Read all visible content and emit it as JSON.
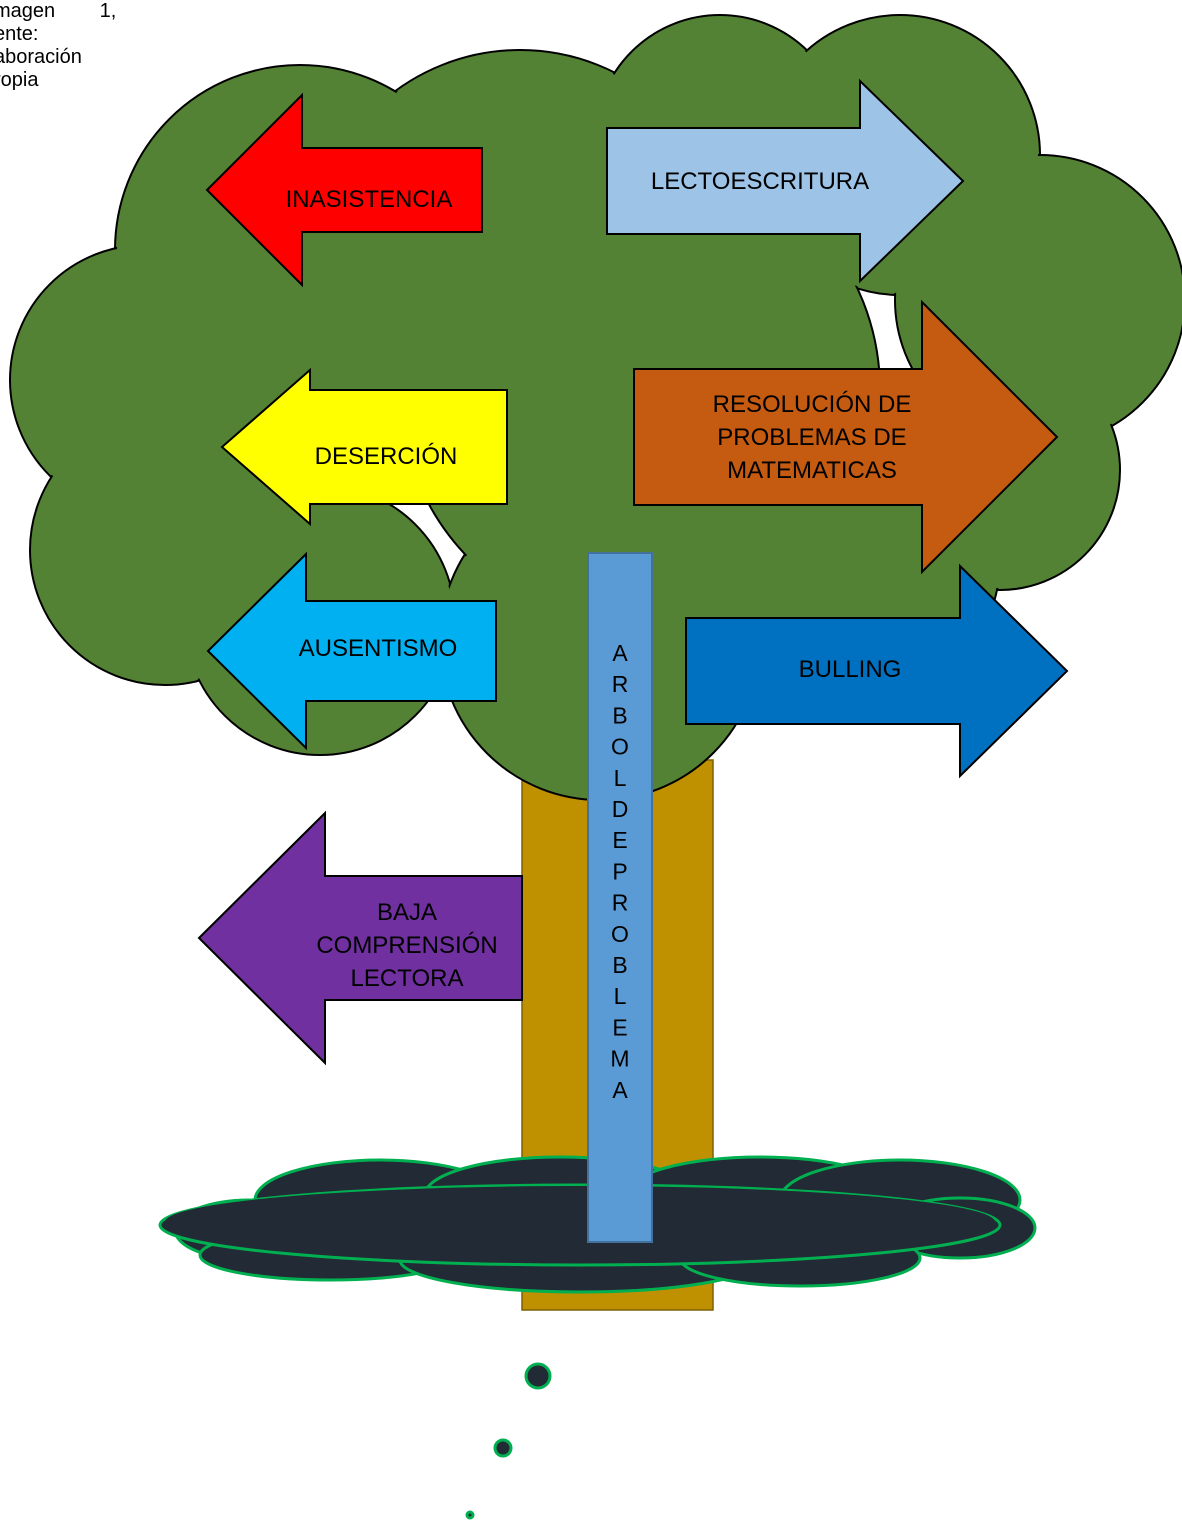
{
  "caption": {
    "lines": [
      "magen        1,",
      "ente:",
      "aboración",
      "ropia"
    ]
  },
  "colors": {
    "foliage": "#548235",
    "trunk": "#bf9000",
    "ground": "#222a35",
    "ground_outline": "#00b050",
    "center_post": "#5b9bd5"
  },
  "arrows": [
    {
      "id": "inasistencia",
      "label": [
        "INASISTENCIA"
      ],
      "direction": "left",
      "color": "#ff0000"
    },
    {
      "id": "lectoescritura",
      "label": [
        "LECTOESCRITURA"
      ],
      "direction": "right",
      "color": "#9dc3e6"
    },
    {
      "id": "desercion",
      "label": [
        "DESERCIÓN"
      ],
      "direction": "left",
      "color": "#ffff00"
    },
    {
      "id": "resolucion",
      "label": [
        "RESOLUCIÓN DE",
        "PROBLEMAS DE",
        "MATEMATICAS"
      ],
      "direction": "right",
      "color": "#c55a11"
    },
    {
      "id": "ausentismo",
      "label": [
        "AUSENTISMO"
      ],
      "direction": "left",
      "color": "#00b0f0"
    },
    {
      "id": "bulling",
      "label": [
        "BULLING"
      ],
      "direction": "right",
      "color": "#0070c0"
    },
    {
      "id": "baja-comprension",
      "label": [
        "BAJA",
        "COMPRENSIÓN",
        "LECTORA"
      ],
      "direction": "left",
      "color": "#7030a0"
    }
  ],
  "center_post": {
    "letters": [
      "A",
      "R",
      "B",
      "O",
      "L",
      "D",
      "E",
      "P",
      "R",
      "O",
      "B",
      "L",
      "E",
      "M",
      "A"
    ]
  }
}
